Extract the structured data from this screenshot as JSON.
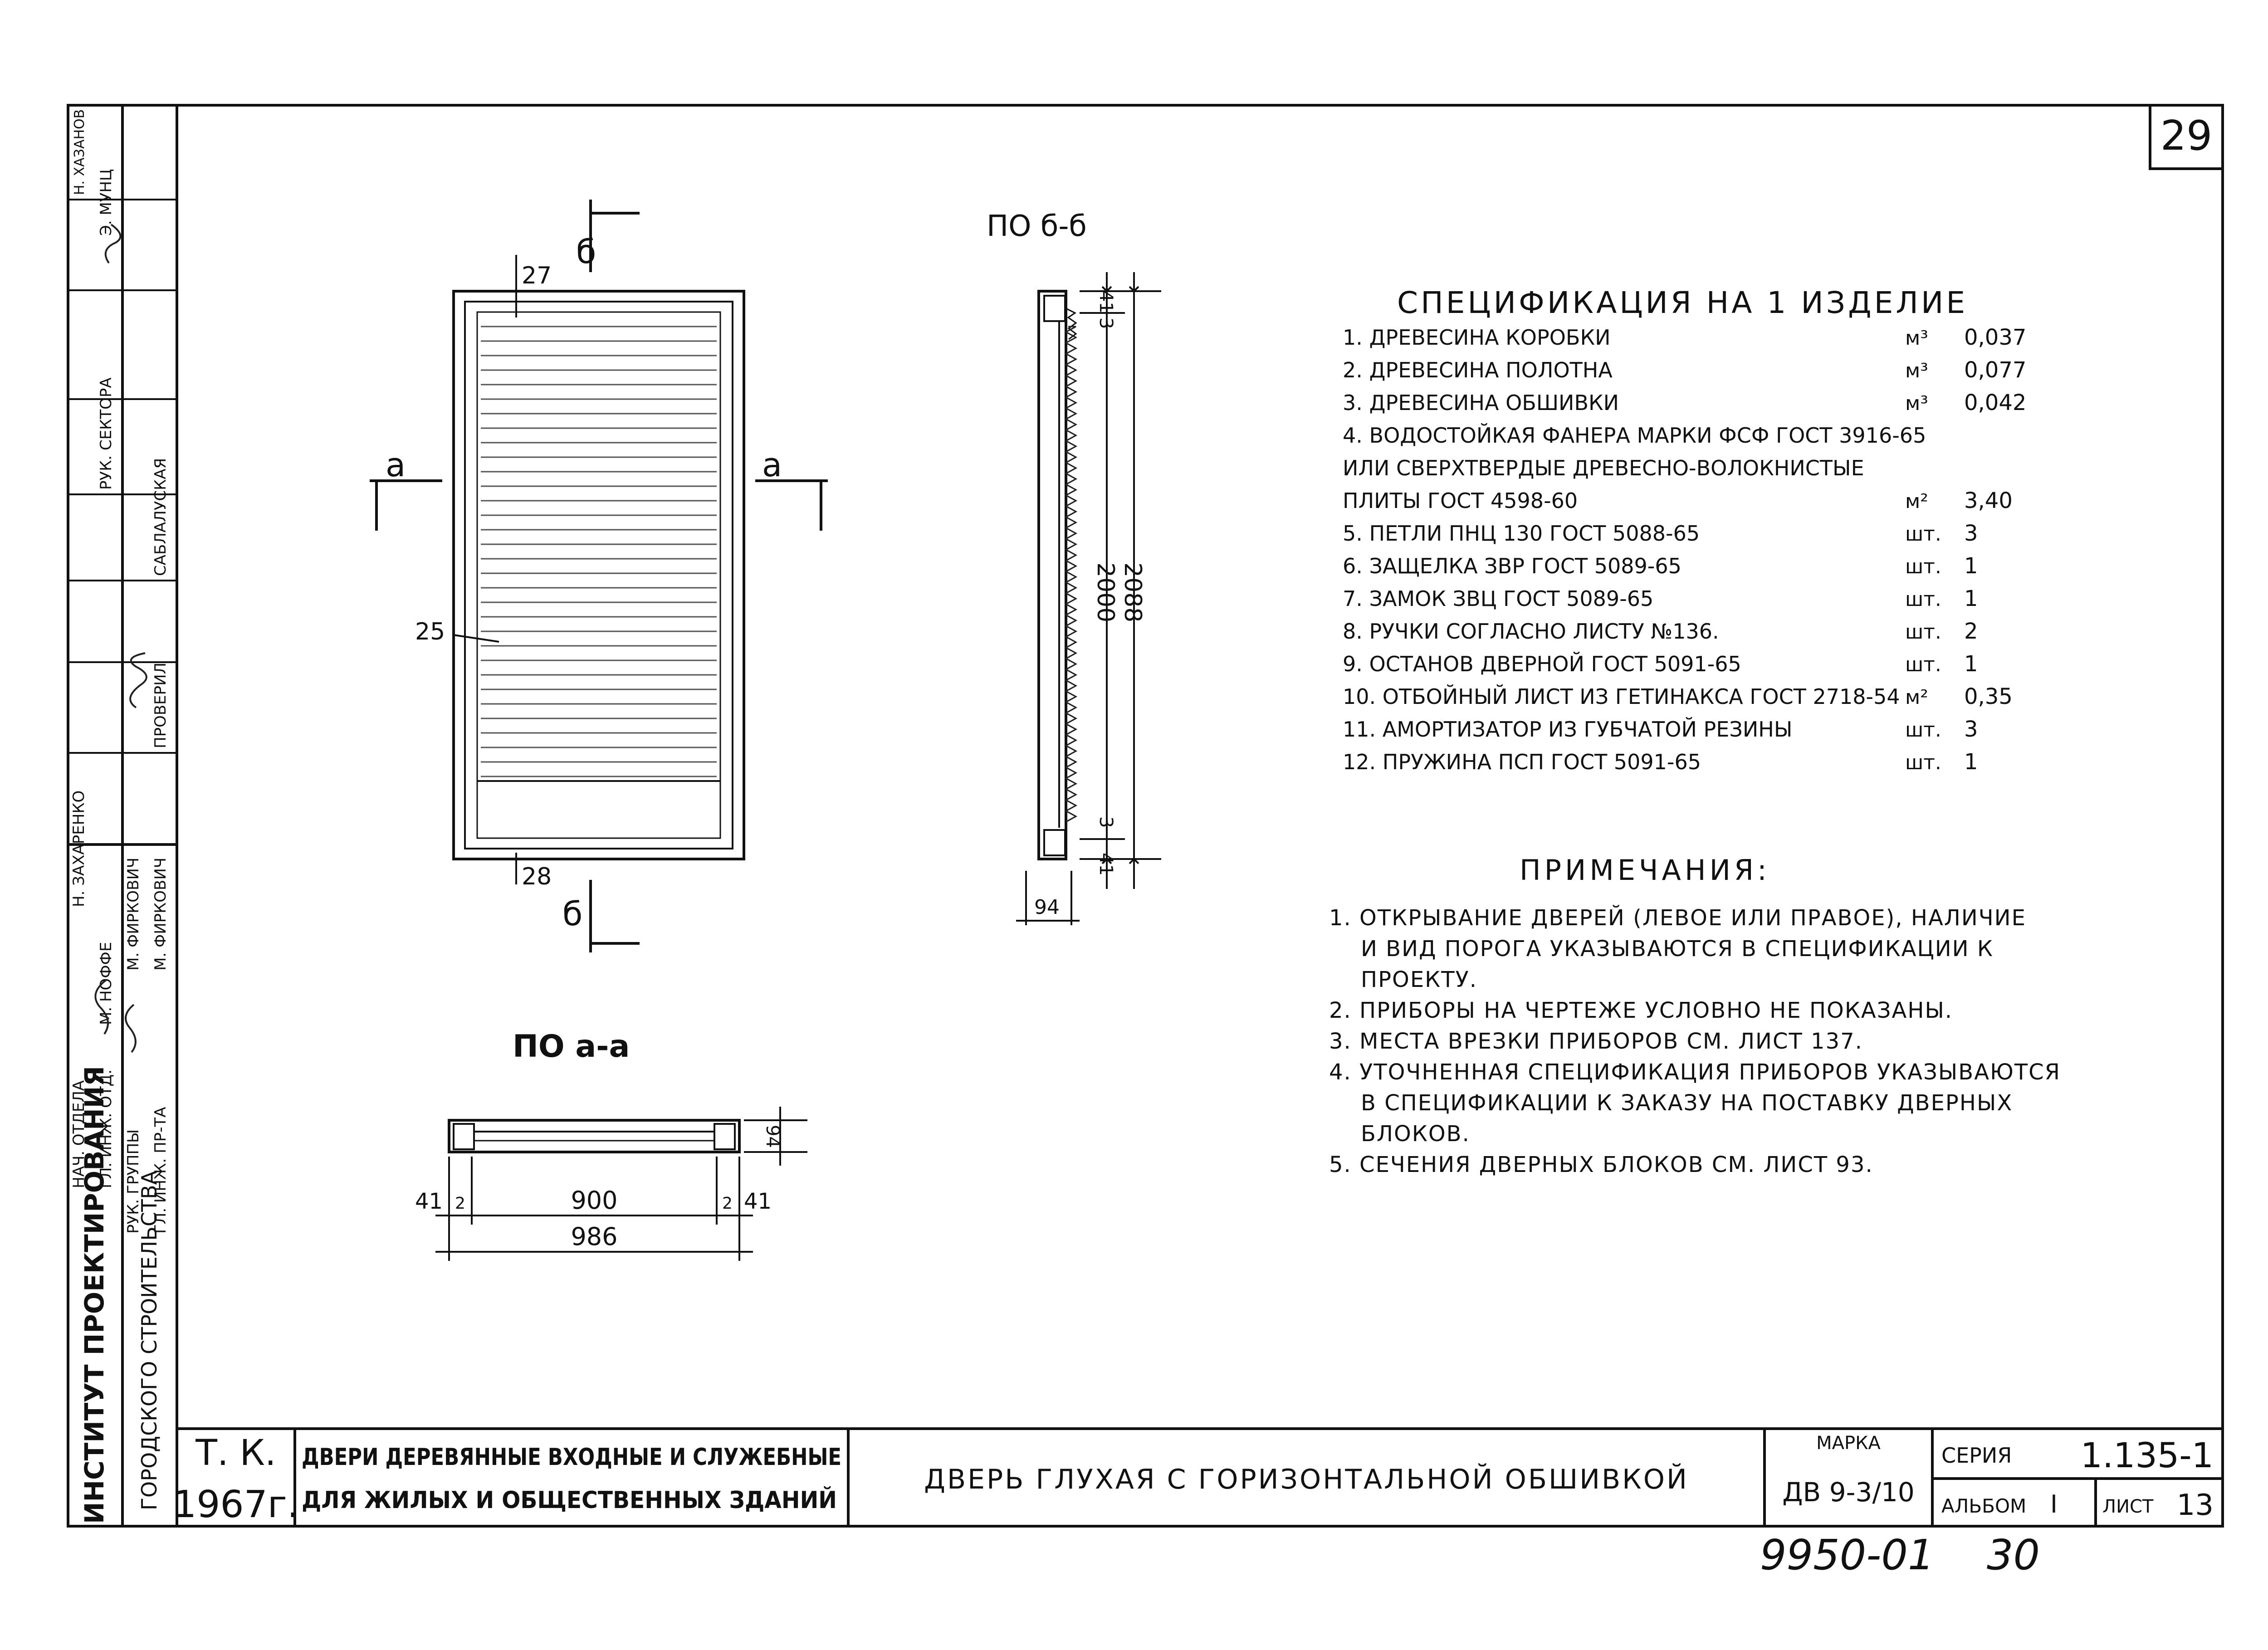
{
  "sheet_number": "29",
  "views": {
    "section_b": "ПО б-б",
    "section_a": "ПО а-а",
    "cut_b": "б",
    "cut_a": "а"
  },
  "front_view": {
    "callout_top": "27",
    "callout_side": "25",
    "callout_bottom": "28"
  },
  "section_b_dims": {
    "top_41": "41",
    "top_3": "3",
    "height_2000": "2000",
    "height_2088": "2088",
    "bottom_3": "3",
    "bottom_41": "41",
    "thickness_94": "94"
  },
  "section_a_dims": {
    "thickness_94": "94",
    "left_41": "41",
    "left_2": "2",
    "width_900": "900",
    "right_2": "2",
    "right_41": "41",
    "width_986": "986"
  },
  "specification": {
    "title": "СПЕЦИФИКАЦИЯ НА 1 ИЗДЕЛИЕ",
    "rows": [
      {
        "name": "1. ДРЕВЕСИНА КОРОБКИ",
        "unit": "м³",
        "qty": "0,037"
      },
      {
        "name": "2. ДРЕВЕСИНА ПОЛОТНА",
        "unit": "м³",
        "qty": "0,077"
      },
      {
        "name": "3. ДРЕВЕСИНА ОБШИВКИ",
        "unit": "м³",
        "qty": "0,042"
      },
      {
        "name": "4. ВОДОСТОЙКАЯ ФАНЕРА МАРКИ ФСФ ГОСТ 3916-65",
        "unit": "",
        "qty": ""
      },
      {
        "name": "ИЛИ СВЕРХТВЕРДЫЕ ДРЕВЕСНО-ВОЛОКНИСТЫЕ",
        "unit": "",
        "qty": ""
      },
      {
        "name": "ПЛИТЫ ГОСТ 4598-60",
        "unit": "м²",
        "qty": "3,40"
      },
      {
        "name": "5. ПЕТЛИ ПНЦ 130 ГОСТ 5088-65",
        "unit": "шт.",
        "qty": "3"
      },
      {
        "name": "6. ЗАЩЕЛКА ЗВР ГОСТ 5089-65",
        "unit": "шт.",
        "qty": "1"
      },
      {
        "name": "7. ЗАМОК ЗВЦ ГОСТ 5089-65",
        "unit": "шт.",
        "qty": "1"
      },
      {
        "name": "8. РУЧКИ СОГЛАСНО ЛИСТУ №136.",
        "unit": "шт.",
        "qty": "2"
      },
      {
        "name": "9. ОСТАНОВ ДВЕРНОЙ ГОСТ 5091-65",
        "unit": "шт.",
        "qty": "1"
      },
      {
        "name": "10. ОТБОЙНЫЙ ЛИСТ ИЗ ГЕТИНАКСА ГОСТ 2718-54",
        "unit": "м²",
        "qty": "0,35"
      },
      {
        "name": "11. АМОРТИЗАТОР ИЗ ГУБЧАТОЙ РЕЗИНЫ",
        "unit": "шт.",
        "qty": "3"
      },
      {
        "name": "12. ПРУЖИНА ПСП ГОСТ 5091-65",
        "unit": "шт.",
        "qty": "1"
      }
    ]
  },
  "notes": {
    "title": "ПРИМЕЧАНИЯ:",
    "lines": [
      "1. ОТКРЫВАНИЕ ДВЕРЕЙ (ЛЕВОЕ ИЛИ ПРАВОЕ), НАЛИЧИЕ",
      "И ВИД ПОРОГА УКАЗЫВАЮТСЯ В СПЕЦИФИКАЦИИ К",
      "ПРОЕКТУ.",
      "2. ПРИБОРЫ НА ЧЕРТЕЖЕ УСЛОВНО НЕ ПОКАЗАНЫ.",
      "3. МЕСТА ВРЕЗКИ ПРИБОРОВ СМ. ЛИСТ 137.",
      "4. УТОЧНЕННАЯ СПЕЦИФИКАЦИЯ ПРИБОРОВ УКАЗЫВАЮТСЯ",
      "В СПЕЦИФИКАЦИИ К ЗАКАЗУ НА ПОСТАВКУ ДВЕРНЫХ",
      "БЛОКОВ.",
      "5. СЕЧЕНИЯ ДВЕРНЫХ БЛОКОВ СМ. ЛИСТ 93."
    ]
  },
  "side_stamp": {
    "institute": "ИНСТИТУТ ПРОЕКТИРОВАНИЯ",
    "city": "ГОРОДСКОГО СТРОИТЕЛЬСТВА",
    "roles": [
      {
        "role": "НАЧ. ОТДЕЛА",
        "name": "Н. ЗАХАРЕНКО"
      },
      {
        "role": "ГЛ. ИНЖ. ОТД.",
        "name": "М. НОФФЕ"
      },
      {
        "role": "РУК. ГРУППЫ",
        "name": "М. ФИРКОВИЧ"
      },
      {
        "role": "ГЛ. ИНЖ. ПР-ТА",
        "name": "М. ФИРКОВИЧ"
      },
      {
        "role": "ПРОВЕРИЛ",
        "name": "САБЛАЛУСКАЯ"
      },
      {
        "role": "РУК. СЕКТОРА",
        "name": "Э. МУНЦ"
      },
      {
        "role": "",
        "name": "Н. ХАЗАНОВ"
      }
    ]
  },
  "title_block": {
    "org": "Т. К.",
    "year": "1967г.",
    "subject_line1": "ДВЕРИ ДЕРЕВЯННЫЕ ВХОДНЫЕ И СЛУЖЕБНЫЕ",
    "subject_line2": "ДЛЯ ЖИЛЫХ И ОБЩЕСТВЕННЫХ ЗДАНИЙ",
    "drawing_title": "ДВЕРЬ ГЛУХАЯ С ГОРИЗОНТАЛЬНОЙ ОБШИВКОЙ",
    "mark_label": "МАРКА",
    "mark_value": "ДВ 9-3/10",
    "series_label": "СЕРИЯ",
    "series_value": "1.135-1",
    "album_label": "АЛЬБОМ",
    "album_value": "I",
    "sheet_label": "ЛИСТ",
    "sheet_value": "13"
  },
  "footer": {
    "inventory": "9950-01",
    "page": "30"
  }
}
